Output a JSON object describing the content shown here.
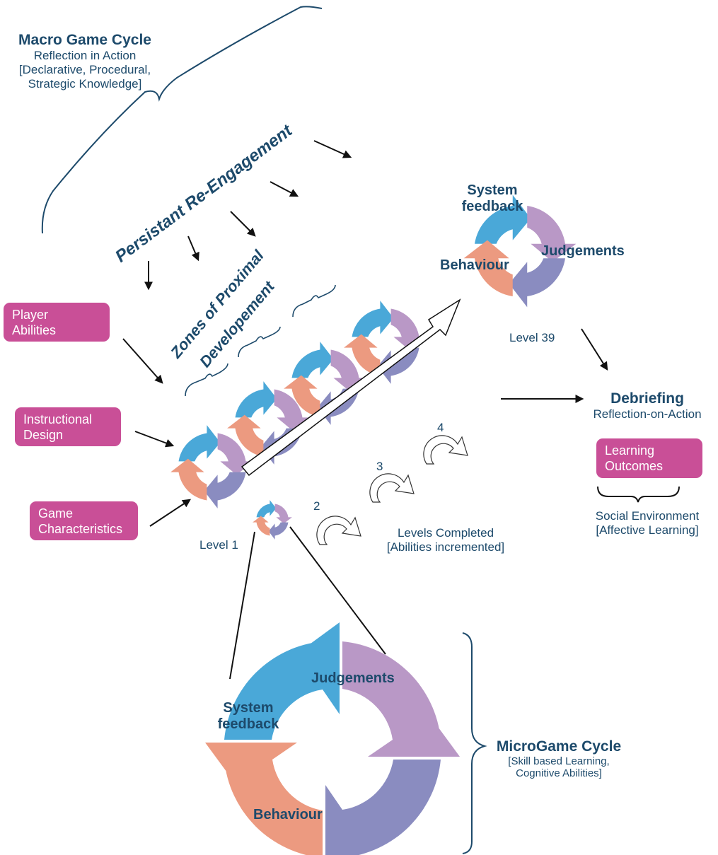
{
  "macro": {
    "title": "Macro Game Cycle",
    "line1": "Reflection in Action",
    "line2": "[Declarative, Procedural,",
    "line3": "Strategic Knowledge]"
  },
  "reengagement": "Persistant Re-Engagement",
  "zpd": {
    "line1": "Zones of Proximal",
    "line2": "Developement"
  },
  "inputs": [
    {
      "line1": "Player",
      "line2": "Abilities"
    },
    {
      "line1": "Instructional",
      "line2": "Design"
    },
    {
      "line1": "Game",
      "line2": "Characteristics"
    }
  ],
  "levels": {
    "first": "Level 1",
    "n2": "2",
    "n3": "3",
    "n4": "4",
    "last": "Level 39"
  },
  "completed": {
    "line1": "Levels Completed",
    "line2": "[Abilities incremented]"
  },
  "top_cycle": {
    "system": "System",
    "feedback": "feedback",
    "judgements": "Judgements",
    "behaviour": "Behaviour"
  },
  "debriefing": {
    "title": "Debriefing",
    "subtitle": "Reflection-on-Action",
    "outcomes_line1": "Learning",
    "outcomes_line2": "Outcomes",
    "social_line1": "Social Environment",
    "social_line2": "[Affective Learning]"
  },
  "micro_cycle": {
    "judgements": "Judgements",
    "system": "System",
    "feedback": "feedback",
    "behaviour": "Behaviour",
    "title": "MicroGame Cycle",
    "line1": "[Skill based Learning,",
    "line2": "Cognitive Abilities]"
  },
  "colors": {
    "blue": "#4aa8d8",
    "violet": "#b998c6",
    "slate": "#8a8cc0",
    "salmon": "#ec9a80",
    "pink": "#c94f97",
    "navy": "#1d4a6b"
  }
}
